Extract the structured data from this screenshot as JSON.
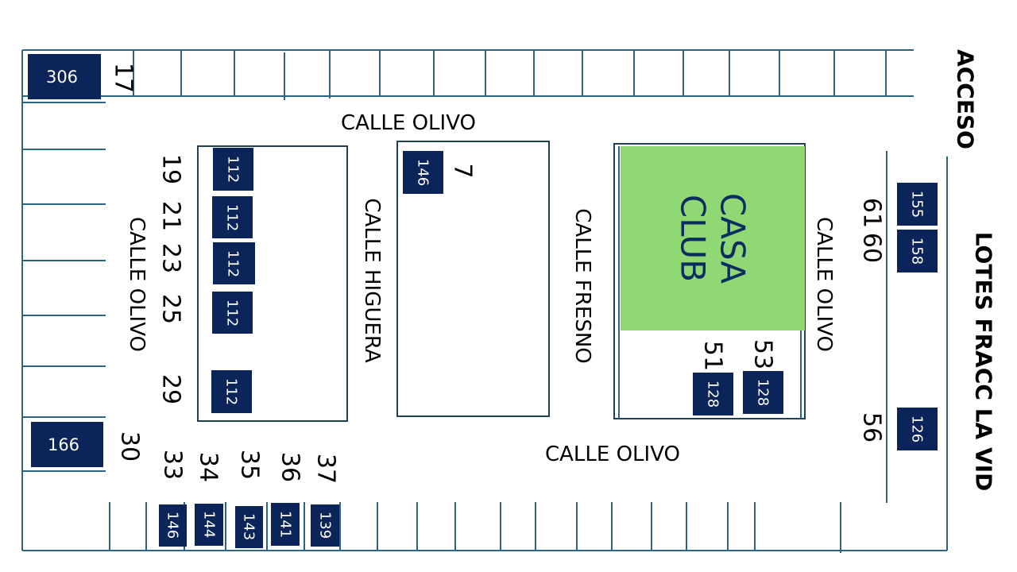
{
  "colors": {
    "line": "#2e6480",
    "badge": "#0b2459",
    "clubhouse": "#8fd873"
  },
  "streets": {
    "top": "CALLE OLIVO",
    "left": "CALLE OLIVO",
    "higuera": "CALLE HIGUERA",
    "fresno": "CALLE FRESNO",
    "right": "CALLE OLIVO",
    "bottom": "CALLE OLIVO"
  },
  "labels": {
    "access": "ACCESO",
    "neighbor": "LOTES FRACC LA VID",
    "club_line1": "CASA",
    "club_line2": "CLUB"
  },
  "lot_numbers": {
    "l17": "17",
    "l19": "19",
    "l21": "21",
    "l23": "23",
    "l25": "25",
    "l29": "29",
    "l7": "7",
    "l30": "30",
    "l33": "33",
    "l34": "34",
    "l35": "35",
    "l36": "36",
    "l37": "37",
    "l51": "51",
    "l53": "53",
    "l61": "61",
    "l60": "60",
    "l56": "56"
  },
  "badges": {
    "b306": "306",
    "b112a": "112",
    "b112b": "112",
    "b112c": "112",
    "b112d": "112",
    "b112e": "112",
    "b146": "146",
    "b128a": "128",
    "b128b": "128",
    "b155": "155",
    "b158": "158",
    "b126": "126",
    "b166": "166",
    "b146b": "146",
    "b144": "144",
    "b143": "143",
    "b141": "141",
    "b139": "139"
  }
}
